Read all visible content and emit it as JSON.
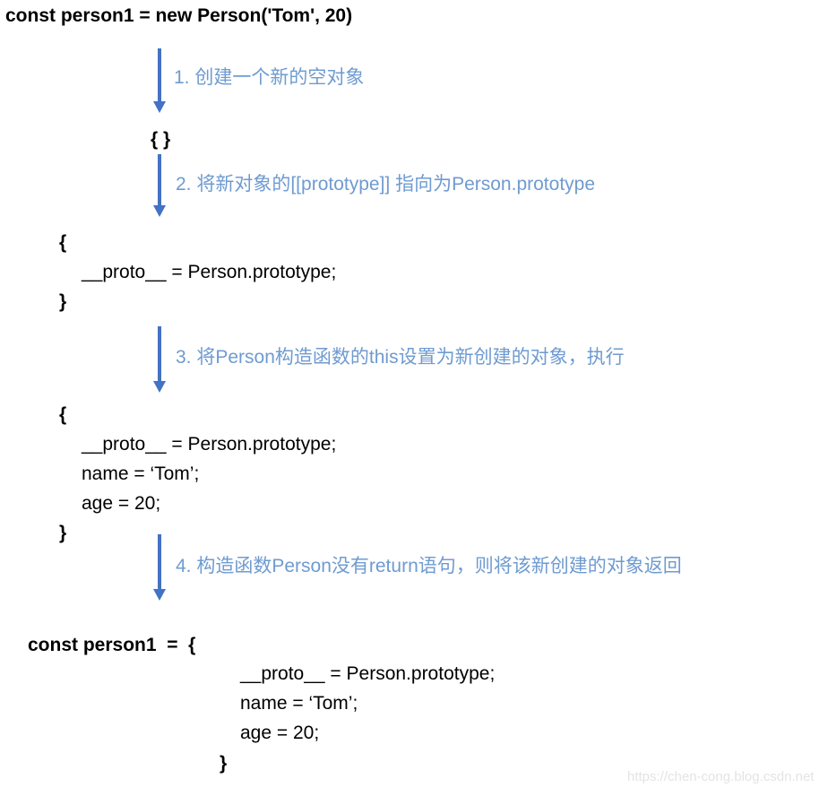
{
  "title": "const person1 = new Person('Tom', 20)",
  "steps": [
    {
      "label": "1. 创建一个新的空对象"
    },
    {
      "label": "2. 将新对象的[[prototype]] 指向为Person.prototype"
    },
    {
      "label": "3. 将Person构造函数的this设置为新创建的对象，执行"
    },
    {
      "label": "4. 构造函数Person没有return语句，则将该新创建的对象返回"
    }
  ],
  "stage1": {
    "object": "{ }"
  },
  "stage2": {
    "open": "{",
    "lines": [
      "__proto__ = Person.prototype;"
    ],
    "close": "}"
  },
  "stage3": {
    "open": "{",
    "lines": [
      "__proto__ = Person.prototype;",
      "name = ‘Tom’;",
      "age = 20;"
    ],
    "close": "}"
  },
  "result": {
    "head": "const person1  =  {",
    "lines": [
      "__proto__ = Person.prototype;",
      "name = ‘Tom’;",
      "age = 20;"
    ],
    "close": "}"
  },
  "watermark": "https://chen-cong.blog.csdn.net",
  "colors": {
    "arrow": "#4472c4",
    "step_text": "#6f9bd0",
    "code_text": "#000000"
  }
}
